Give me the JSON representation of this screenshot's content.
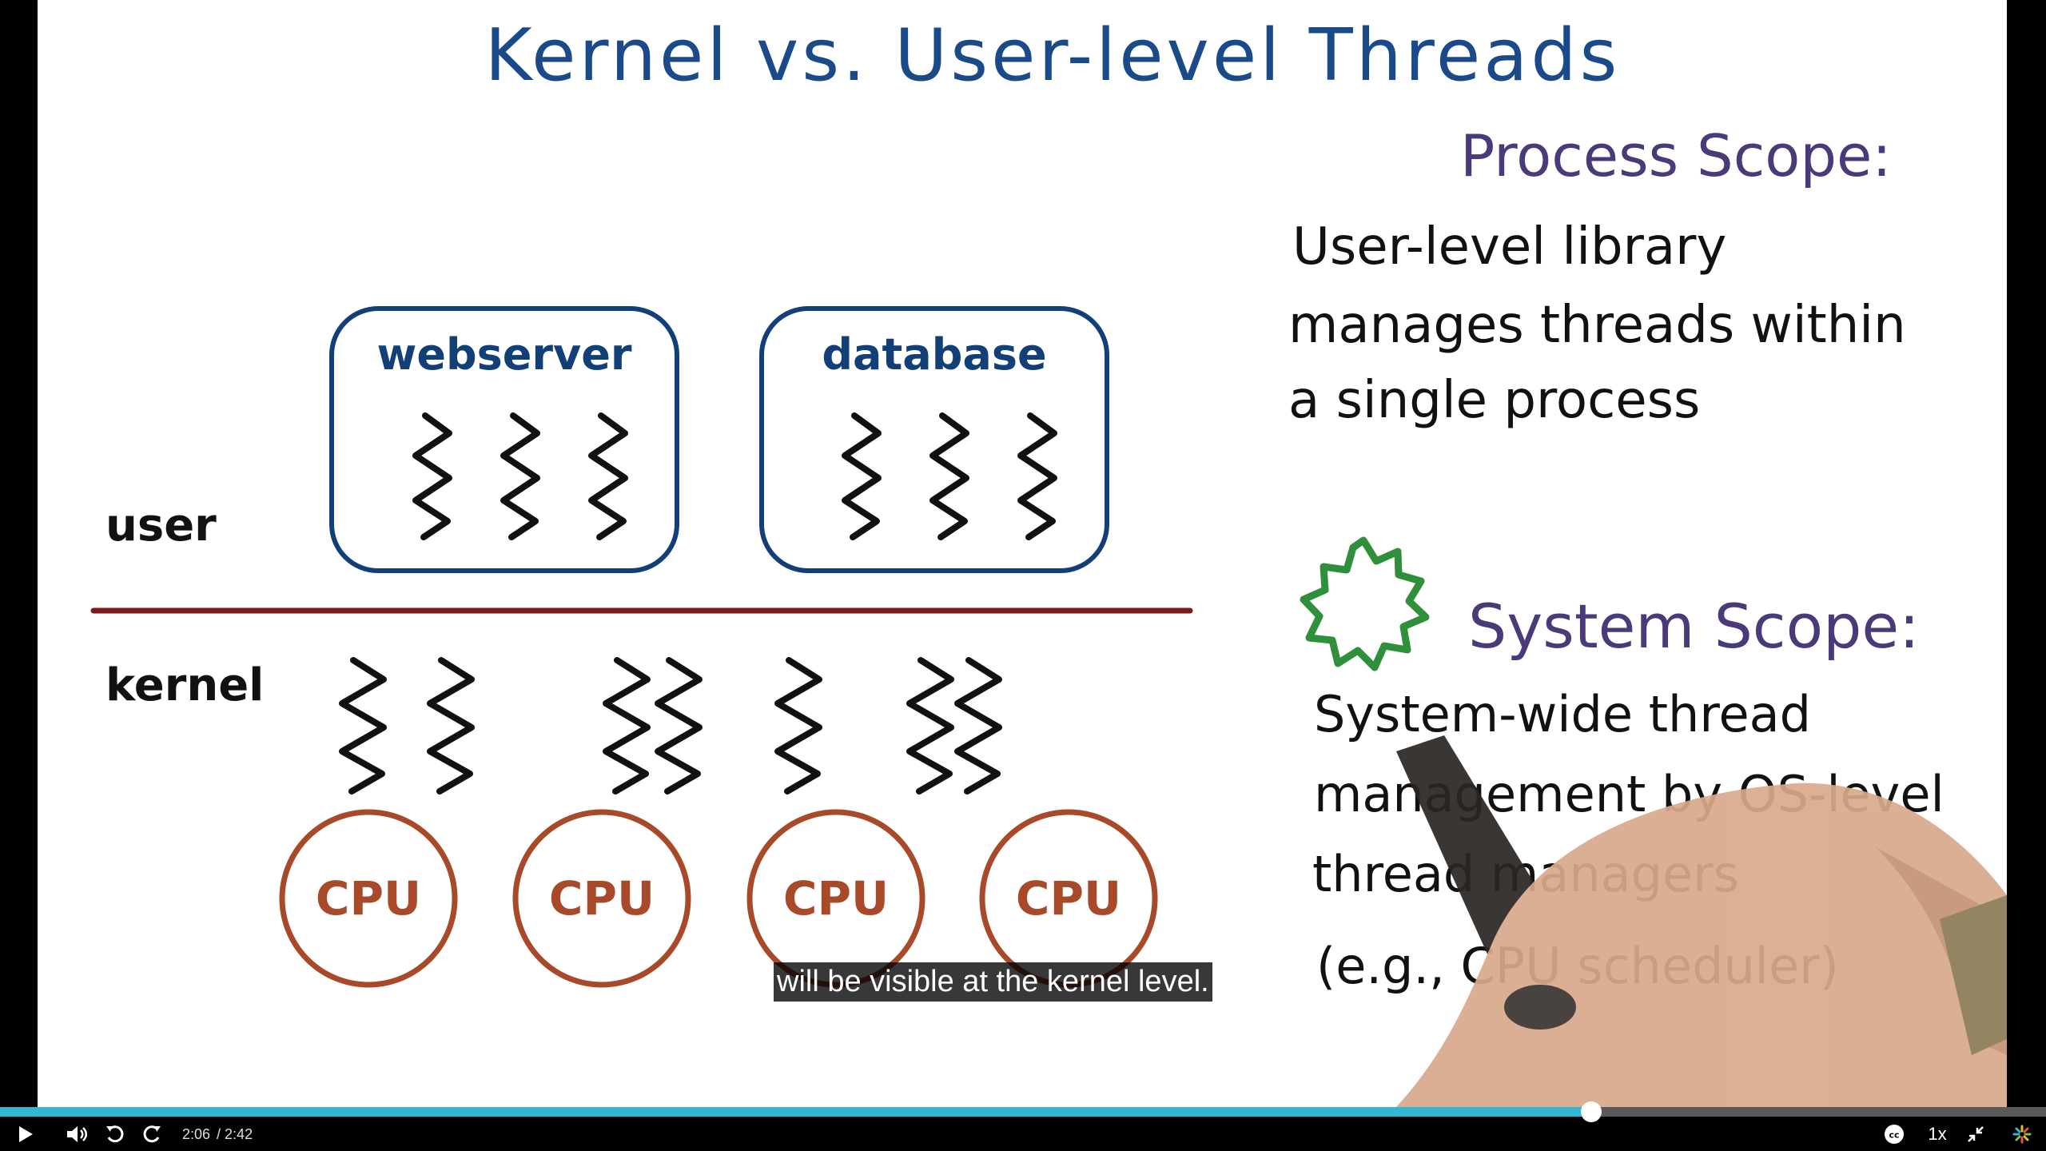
{
  "slide": {
    "title": "Kernel vs. User-level Threads",
    "label_user": "user",
    "label_kernel": "kernel",
    "process_boxes": [
      "webserver",
      "database"
    ],
    "cpus": [
      "CPU",
      "CPU",
      "CPU",
      "CPU"
    ],
    "process_scope": {
      "heading": "Process Scope:",
      "lines": [
        "User-level library",
        "manages threads within",
        "a single process"
      ]
    },
    "system_scope": {
      "heading": "System Scope:",
      "lines": [
        "System-wide thread",
        "management by OS-level",
        "thread managers",
        "(e.g., CPU scheduler)"
      ]
    },
    "colors": {
      "title_blue": "#1a4a8a",
      "box_blue": "#123f78",
      "divider_red": "#7a1a1a",
      "cpu_rust": "#a84a2a",
      "scope_purple": "#4a3a7a",
      "star_green": "#2f8f3a",
      "ink_black": "#111111"
    }
  },
  "caption": "will be visible at the kernel level.",
  "player": {
    "current_time": "2:06",
    "duration": "/ 2:42",
    "progress_fraction": 0.7778,
    "speed": "1x",
    "accent_color": "#2fb7d3",
    "icons": [
      "play-icon",
      "volume-icon",
      "rewind-icon",
      "forward-icon",
      "closed-captions-icon",
      "exit-fullscreen-icon",
      "brand-logo-icon"
    ]
  }
}
